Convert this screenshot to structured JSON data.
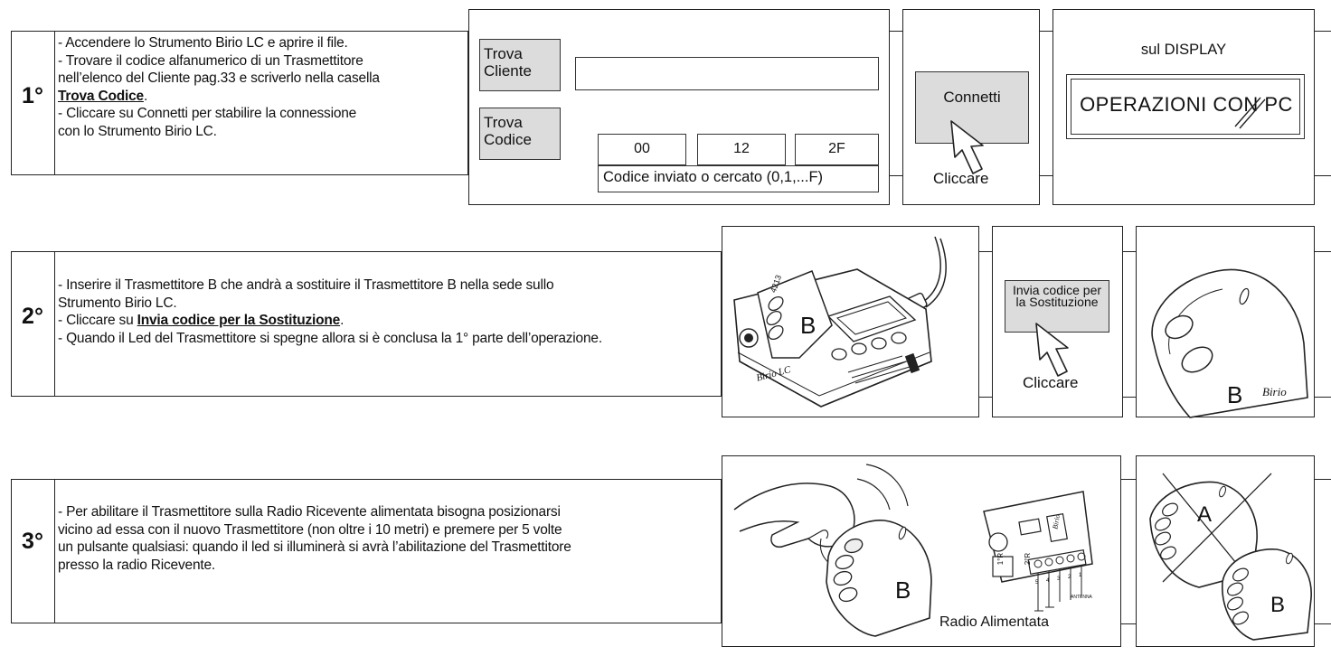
{
  "step1": {
    "number": "1°",
    "lines": [
      "- Accendere lo Strumento Birio LC e aprire il file.",
      "- Trovare il codice alfanumerico di un Trasmettitore",
      "nell’elenco del Cliente pag.33 e scriverlo nella casella",
      "Trova Codice",
      "- Cliccare su Connetti per stabilire la connessione",
      "con lo Strumento Birio LC."
    ],
    "line4_suffix": ".",
    "software": {
      "trova_cliente_label": "Trova Cliente",
      "trova_codice_label": "Trova Codice",
      "code_fields": [
        "00",
        "12",
        "2F"
      ],
      "code_caption": "Codice inviato o cercato (0,1,...F)"
    },
    "connect": {
      "button_label": "Connetti",
      "caption": "Cliccare"
    },
    "display": {
      "heading": "sul DISPLAY",
      "text": "OPERAZIONI CON PC"
    }
  },
  "step2": {
    "number": "2°",
    "lines": [
      "- Inserire il Trasmettitore B che andrà a sostituire il Trasmettitore B nella sede sullo",
      "Strumento Birio LC.",
      "- Cliccare su ",
      "Invia codice per la Sostituzione",
      "- Quando il Led del Trasmettitore si spegne allora si è conclusa la 1° parte dell’operazione."
    ],
    "line3_suffix": ".",
    "device": {
      "transmitter_letter": "B",
      "device_label": "Birio LC",
      "model_number": "4213"
    },
    "send": {
      "button_label": "Invia codice per la Sostituzione",
      "caption": "Cliccare"
    },
    "remote": {
      "letter": "B",
      "brand": "Birio"
    }
  },
  "step3": {
    "number": "3°",
    "lines": [
      "- Per abilitare il Trasmettitore sulla Radio Ricevente alimentata bisogna posizionarsi",
      "vicino ad essa con il nuovo Trasmettitore (non oltre i 10 metri) e premere per 5 volte",
      "un pulsante qualsiasi: quando il led si illuminerà si avrà l’abilitazione del Trasmettitore",
      "presso la radio Ricevente."
    ],
    "radio": {
      "remote_letter": "B",
      "caption": "Radio Alimentata",
      "antenna_label": "ANTENNA",
      "terminal_numbers": [
        "5",
        "4",
        "3",
        "2",
        "1"
      ],
      "board_label": "Birio",
      "relay_labels": [
        "1°R",
        "2°R"
      ]
    },
    "remotes": {
      "old_letter": "A",
      "new_letter": "B"
    }
  }
}
